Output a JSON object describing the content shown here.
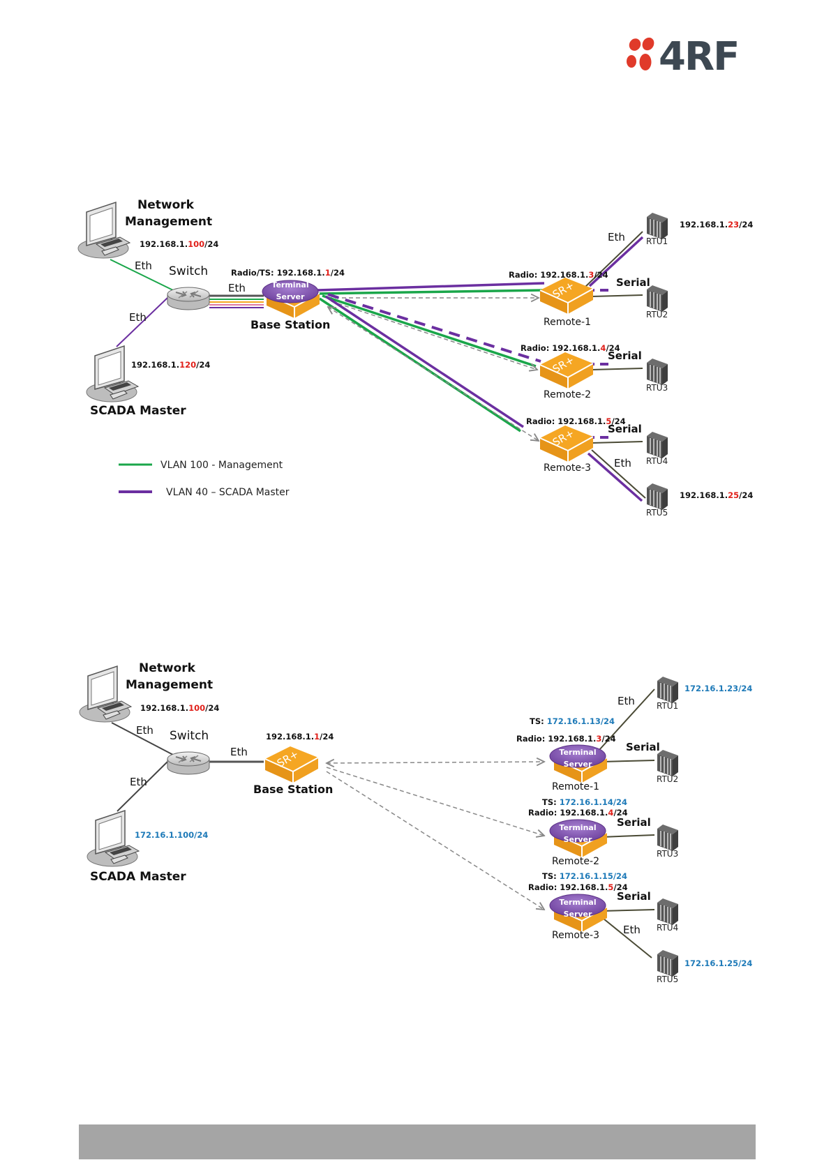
{
  "logo": {
    "text": "4RF",
    "dot_color": "#e03a2a",
    "text_color": "#3d4852"
  },
  "colors": {
    "vlan100": "#1aa64a",
    "vlan40": "#6b2fa0",
    "radio_yellow": "#f5a623",
    "ip_highlight_red": "#e0201a",
    "ip_highlight_blue": "#1e7ab8",
    "footer": "#a5a5a5"
  },
  "top_diagram": {
    "network_management": {
      "title_line1": "Network",
      "title_line2": "Management",
      "ip_prefix": "192.168.1.",
      "ip_host": "100",
      "ip_suffix": "/24"
    },
    "scada_master": {
      "title": "SCADA Master",
      "ip_prefix": "192.168.1.",
      "ip_host": "120",
      "ip_suffix": "/24"
    },
    "switch": {
      "label": "Switch"
    },
    "eth_nm": "Eth",
    "eth_scada": "Eth",
    "eth_switch_base": "Eth",
    "base_station": {
      "label": "Base Station",
      "ip_prefix": "Radio/TS: 192.168.1.",
      "ip_host": "1",
      "ip_suffix": "/24",
      "ts_line1": "Terminal",
      "ts_line2": "Server"
    },
    "remotes": [
      {
        "label": "Remote-1",
        "ip_prefix": "Radio: 192.168.1.",
        "ip_host": "3",
        "ip_suffix": "/24",
        "device_text": "SR+"
      },
      {
        "label": "Remote-2",
        "ip_prefix": "Radio: 192.168.1.",
        "ip_host": "4",
        "ip_suffix": "/24",
        "device_text": "SR+"
      },
      {
        "label": "Remote-3",
        "ip_prefix": "Radio: 192.168.1.",
        "ip_host": "5",
        "ip_suffix": "/24",
        "device_text": "SR+"
      }
    ],
    "links": {
      "r1_eth": "Eth",
      "r1_serial": "Serial",
      "r2_serial": "Serial",
      "r3_serial": "Serial",
      "r3_eth": "Eth"
    },
    "rtus": [
      {
        "label": "RTU1",
        "ip_prefix": "192.168.1.",
        "ip_host": "23",
        "ip_suffix": "/24"
      },
      {
        "label": "RTU2"
      },
      {
        "label": "RTU3"
      },
      {
        "label": "RTU4"
      },
      {
        "label": "RTU5",
        "ip_prefix": "192.168.1.",
        "ip_host": "25",
        "ip_suffix": "/24"
      }
    ],
    "legend": [
      {
        "label": "VLAN 100 - Management",
        "color": "#1aa64a"
      },
      {
        "label": "VLAN 40 – SCADA Master",
        "color": "#6b2fa0"
      }
    ]
  },
  "bottom_diagram": {
    "network_management": {
      "title_line1": "Network",
      "title_line2": "Management",
      "ip_prefix": "192.168.1.",
      "ip_host": "100",
      "ip_suffix": "/24"
    },
    "scada_master": {
      "title": "SCADA Master",
      "ip": "172.16.1.100/24"
    },
    "switch": {
      "label": "Switch"
    },
    "eth_nm": "Eth",
    "eth_scada": "Eth",
    "eth_switch_base": "Eth",
    "base_station": {
      "label": "Base Station",
      "ip_prefix": "192.168.1.",
      "ip_host": "1",
      "ip_suffix": "/24",
      "device_text": "SR+"
    },
    "remotes": [
      {
        "label": "Remote-1",
        "ts_label": "TS: ",
        "ts_ip": "172.16.1.13/24",
        "ip_prefix": "Radio: 192.168.1.",
        "ip_host": "3",
        "ip_suffix": "/24",
        "ts_line1": "Terminal",
        "ts_line2": "Server"
      },
      {
        "label": "Remote-2",
        "ts_label": "TS: ",
        "ts_ip": "172.16.1.14/24",
        "ip_prefix": "Radio: 192.168.1.",
        "ip_host": "4",
        "ip_suffix": "/24",
        "ts_line1": "Terminal",
        "ts_line2": "Server"
      },
      {
        "label": "Remote-3",
        "ts_label": "TS: ",
        "ts_ip": "172.16.1.15/24",
        "ip_prefix": "Radio: 192.168.1.",
        "ip_host": "5",
        "ip_suffix": "/24",
        "ts_line1": "Terminal",
        "ts_line2": "Server"
      }
    ],
    "links": {
      "r1_eth": "Eth",
      "r1_serial": "Serial",
      "r2_serial": "Serial",
      "r3_serial": "Serial",
      "r3_eth": "Eth"
    },
    "rtus": [
      {
        "label": "RTU1",
        "ip": "172.16.1.23/24"
      },
      {
        "label": "RTU2"
      },
      {
        "label": "RTU3"
      },
      {
        "label": "RTU4"
      },
      {
        "label": "RTU5",
        "ip": "172.16.1.25/24"
      }
    ]
  }
}
